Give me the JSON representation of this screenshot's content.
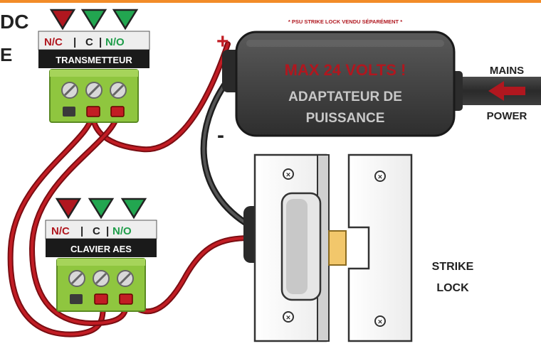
{
  "colors": {
    "accent_orange": "#f28c28",
    "nc_red": "#b0171f",
    "no_green": "#1f9d4a",
    "wire_red": "#b4171d",
    "wire_black": "#3a3a3a",
    "terminal_green": "#8fc63f",
    "adapter_gray": "#4a4a4a"
  },
  "header_fragment": {
    "line1": "DC",
    "line2": "E"
  },
  "transmitter": {
    "nc": "N/C",
    "sep1": "|",
    "c": "C",
    "sep2": "|",
    "no": "N/O",
    "name": "TRANSMETTEUR"
  },
  "keypad": {
    "nc": "N/C",
    "sep1": "|",
    "c": "C",
    "sep2": "|",
    "no": "N/O",
    "name": "CLAVIER AES"
  },
  "adapter": {
    "note": "* PSU STRIKE LOCK VENDU SÉPARÉMENT *",
    "warning": "MAX 24 VOLTS !",
    "line1": "ADAPTATEUR DE",
    "line2": "PUISSANCE",
    "plus": "+",
    "minus": "-"
  },
  "mains": {
    "top": "MAINS",
    "bottom": "POWER"
  },
  "strike": {
    "line1": "STRIKE",
    "line2": "LOCK"
  }
}
